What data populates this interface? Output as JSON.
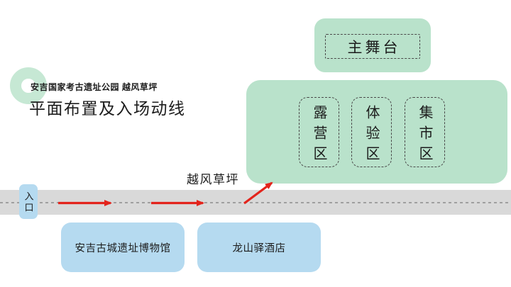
{
  "header": {
    "park_subtitle": "安吉国家考古遗址公园 越风草坪",
    "title": "平面布置及入场动线"
  },
  "stage": {
    "label": "主舞台"
  },
  "lawn": {
    "label": "越风草坪",
    "zones": [
      {
        "label": "露营区"
      },
      {
        "label": "体验区"
      },
      {
        "label": "集市区"
      }
    ]
  },
  "road": {
    "entrance": "入口"
  },
  "buildings": {
    "museum": "安吉古城遗址博物馆",
    "hotel": "龙山驿酒店"
  },
  "colors": {
    "panel_green": "#b9e2cb",
    "ring_green": "#c6e8d4",
    "panel_blue": "#b5daf0",
    "road_gray": "#d9d9d9",
    "lane_dash": "#7d7d7d",
    "arrow_red": "#e3241c",
    "zone_border": "#4a4a4a",
    "text": "#1c1c1c"
  }
}
